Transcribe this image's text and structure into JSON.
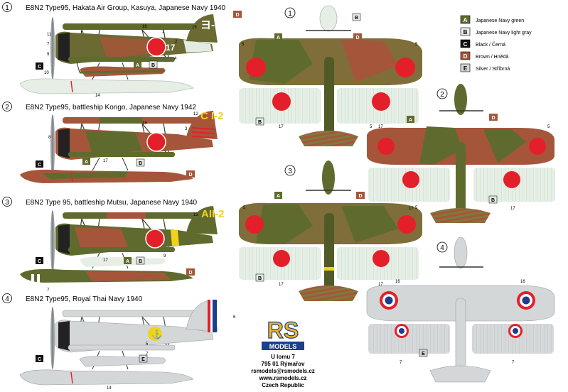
{
  "variants": [
    {
      "num": "1",
      "title": "E8N2 Type95, Hakata Air Group, Kasuya, Japanese Navy 1940",
      "code": "ヨ-17",
      "code2": "17"
    },
    {
      "num": "2",
      "title": "E8N2 Type95, battleship Kongo, Japanese Navy 1942",
      "code": "C I-2"
    },
    {
      "num": "3",
      "title": "E8N2 Type 95, battleship Mutsu, Japanese Navy 1940",
      "code": "AII-2"
    },
    {
      "num": "4",
      "title": "E8N2 Type95, Royal Thai Navy 1940"
    }
  ],
  "legend": [
    {
      "letter": "A",
      "label": "Japanese Navy green",
      "color": "#5f6b2e",
      "text_color": "#ffffff"
    },
    {
      "letter": "B",
      "label": "Japanese Navy light gray",
      "color": "#e3ebe3",
      "text_color": "#000000"
    },
    {
      "letter": "C",
      "label": "Black / Černá",
      "color": "#111111",
      "text_color": "#ffffff"
    },
    {
      "letter": "D",
      "label": "Brown / Hnědá",
      "color": "#a5563a",
      "text_color": "#ffffff"
    },
    {
      "letter": "E",
      "label": "Silver / Stříbrná",
      "color": "#d4d7d8",
      "text_color": "#000000"
    }
  ],
  "callouts": {
    "n1": "1",
    "n2": "2",
    "n3": "3",
    "n4": "4",
    "n5": "5",
    "n6": "6",
    "n7": "7",
    "n8": "8",
    "n9": "9",
    "n10": "10",
    "n11": "11",
    "n12": "12",
    "n13": "13",
    "n14": "14",
    "n15": "15",
    "n16": "16",
    "n17": "17",
    "n18": "18",
    "A": "A",
    "B": "B",
    "C": "C",
    "D": "D",
    "E": "E"
  },
  "logo": {
    "top": "RS",
    "bottom": "MODELS"
  },
  "address": {
    "line1": "U lomu 7",
    "line2": "795 01 Rýmařov",
    "line3": "rsmodels@rsmodels.cz",
    "line4": "www.rsmodels.cz",
    "line5": "Czech Republic"
  },
  "colors": {
    "green": "#5f6b2e",
    "brown": "#a5563a",
    "gray": "#e3ebe3",
    "silver": "#d4d7d8",
    "hinomaru": "#e3202a",
    "yellow": "#f2d21b",
    "thai_blue": "#1b3f8f"
  }
}
